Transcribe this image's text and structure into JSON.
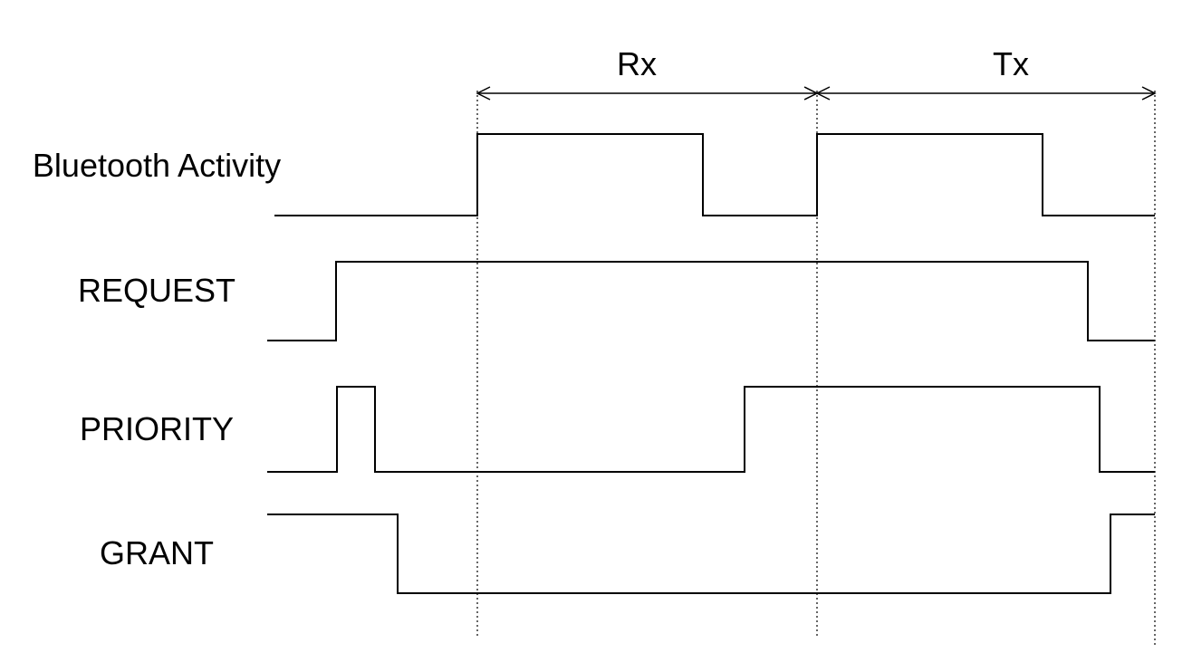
{
  "phases": [
    {
      "label": "Rx"
    },
    {
      "label": "Tx"
    }
  ],
  "signals": [
    {
      "label": "Bluetooth Activity"
    },
    {
      "label": "REQUEST"
    },
    {
      "label": "PRIORITY"
    },
    {
      "label": "GRANT"
    }
  ]
}
